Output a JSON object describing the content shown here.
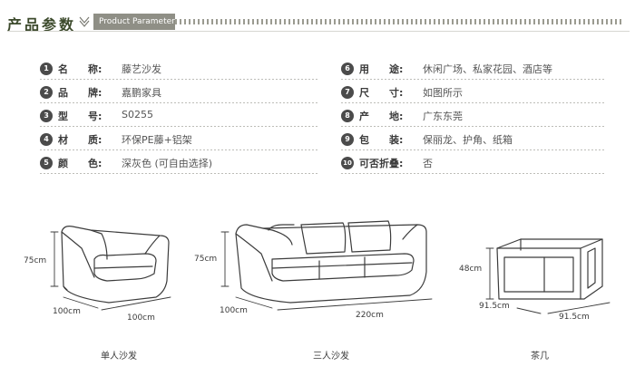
{
  "header": {
    "title": "产品参数",
    "tag": "Product Parameter"
  },
  "params_left": [
    {
      "num": "1",
      "label": "名　　称:",
      "value": "藤艺沙发"
    },
    {
      "num": "2",
      "label": "品　　牌:",
      "value": "嘉鹏家具"
    },
    {
      "num": "3",
      "label": "型　　号:",
      "value": "S0255"
    },
    {
      "num": "4",
      "label": "材　　质:",
      "value": "环保PE藤+铝架"
    },
    {
      "num": "5",
      "label": "颜　　色:",
      "value": "深灰色 (可自由选择)"
    }
  ],
  "params_right": [
    {
      "num": "6",
      "label": "用　　途:",
      "value": "休闲广场、私家花园、酒店等"
    },
    {
      "num": "7",
      "label": "尺　　寸:",
      "value": "如图所示"
    },
    {
      "num": "8",
      "label": "产　　地:",
      "value": "广东东莞"
    },
    {
      "num": "9",
      "label": "包　　装:",
      "value": "保丽龙、护角、纸箱"
    },
    {
      "num": "10",
      "label": "可否折叠:",
      "value": "否"
    }
  ],
  "figures": {
    "single": {
      "height": "75cm",
      "depth": "100cm",
      "width": "100cm",
      "caption": "单人沙发"
    },
    "triple": {
      "height": "75cm",
      "depth": "100cm",
      "width": "220cm",
      "caption": "三人沙发"
    },
    "table": {
      "height": "48cm",
      "depth": "91.5cm",
      "width": "91.5cm",
      "caption": "茶几"
    }
  }
}
